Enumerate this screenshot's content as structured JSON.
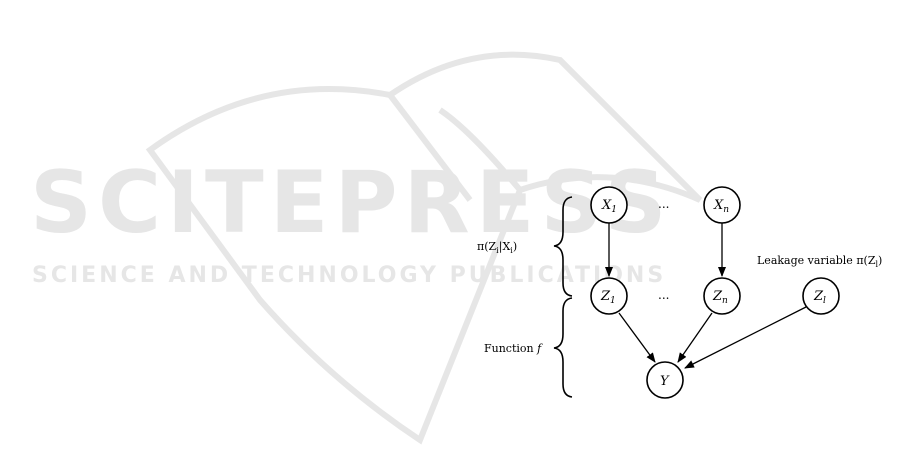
{
  "watermark": {
    "title": "SCITEPRESS",
    "subtitle": "SCIENCE AND TECHNOLOGY PUBLICATIONS",
    "color": "#e6e6e6"
  },
  "nodes": {
    "x1": {
      "main": "X",
      "sub": "1"
    },
    "xn": {
      "main": "X",
      "sub": "n"
    },
    "z1": {
      "main": "Z",
      "sub": "1"
    },
    "zn": {
      "main": "Z",
      "sub": "n"
    },
    "zl": {
      "main": "Z",
      "sub": "l"
    },
    "y": {
      "main": "Y",
      "sub": ""
    }
  },
  "ellipsis": "...",
  "annotations": {
    "conditional_prob": "π(Z",
    "conditional_prob_sub1": "i",
    "conditional_prob_mid": "|X",
    "conditional_prob_sub2": "i",
    "conditional_prob_end": ")",
    "function_label": "Function ",
    "function_symbol": "f",
    "leakage_label": "Leakage variable π(Z",
    "leakage_sub": "l",
    "leakage_end": ")"
  }
}
